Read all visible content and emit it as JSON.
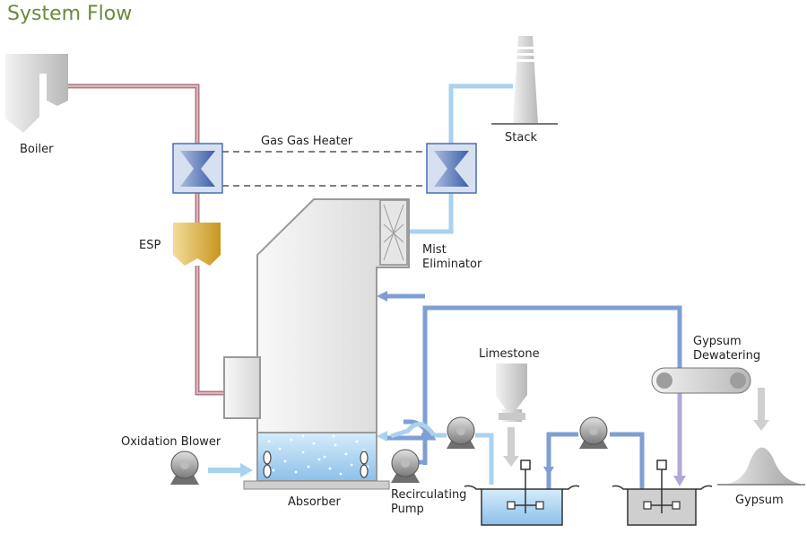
{
  "title": "System Flow",
  "labels": {
    "boiler": "Boiler",
    "esp": "ESP",
    "gas_gas_heater": "Gas Gas Heater",
    "stack": "Stack",
    "mist_eliminator_line1": "Mist",
    "mist_eliminator_line2": "Eliminator",
    "limestone": "Limestone",
    "gypsum_dewatering_line1": "Gypsum",
    "gypsum_dewatering_line2": "Dewatering",
    "oxidation_blower": "Oxidation Blower",
    "absorber": "Absorber",
    "recirculating_pump_line1": "Recirculating",
    "recirculating_pump_line2": "Pump",
    "gypsum": "Gypsum"
  },
  "colors": {
    "title": "#6a8a3a",
    "flue_gas_pipe": "#b07a82",
    "clean_gas_pipe": "#a9d2ee",
    "slurry_pipe": "#7f9fd4",
    "gypsum_pipe": "#b3a8d8",
    "equipment_gray": "#bfbfbf",
    "heat_exchanger_blue": "#4a6fb0",
    "esp_gold": "#d4a830",
    "slurry_water": "#9fcbee"
  },
  "icons": [
    "boiler-icon",
    "heat-exchanger-icon",
    "esp-icon",
    "stack-icon",
    "mist-eliminator-icon",
    "absorber-icon",
    "pump-icon",
    "hopper-icon",
    "tank-icon",
    "belt-filter-icon",
    "pile-icon"
  ]
}
